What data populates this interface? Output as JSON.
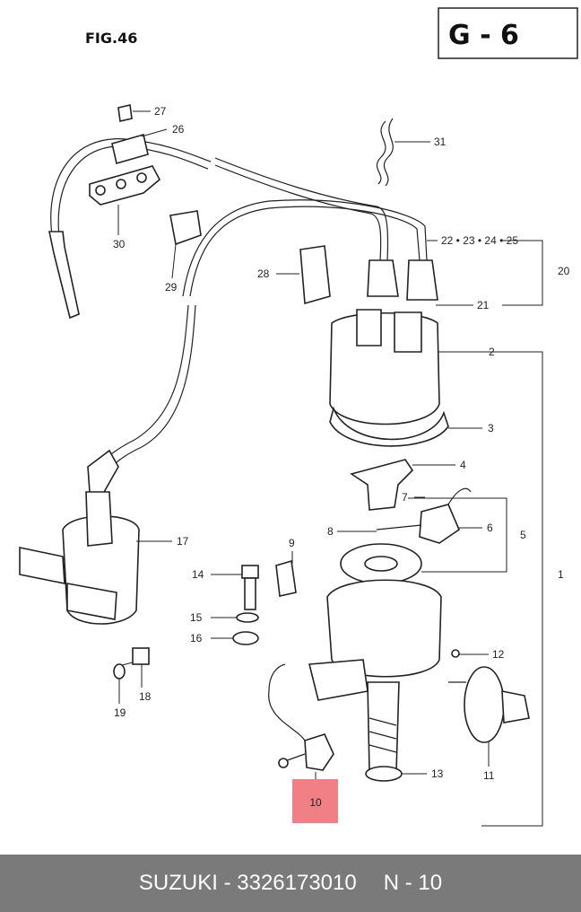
{
  "diagram": {
    "figure_label": "FIG.46",
    "section_code": "G - 6",
    "highlight_label": "10",
    "callouts": {
      "c27": "27",
      "c26": "26",
      "c31": "31",
      "c30": "30",
      "c29": "29",
      "c28": "28",
      "c22_25": "22 • 23 • 24 • 25",
      "c20": "20",
      "c21": "21",
      "c2": "2",
      "c3": "3",
      "c4": "4",
      "c7": "7",
      "c6": "6",
      "c8": "8",
      "c5": "5",
      "c17": "17",
      "c9": "9",
      "c14": "14",
      "c1": "1",
      "c15": "15",
      "c16": "16",
      "c12": "12",
      "c18": "18",
      "c19": "19",
      "c11": "11",
      "c13": "13"
    },
    "colors": {
      "highlight": "#f07f86",
      "footer_bg": "#7a7a7a"
    }
  },
  "footer": {
    "part_info": "SUZUKI - 3326173010",
    "position_info": "N - 10"
  }
}
